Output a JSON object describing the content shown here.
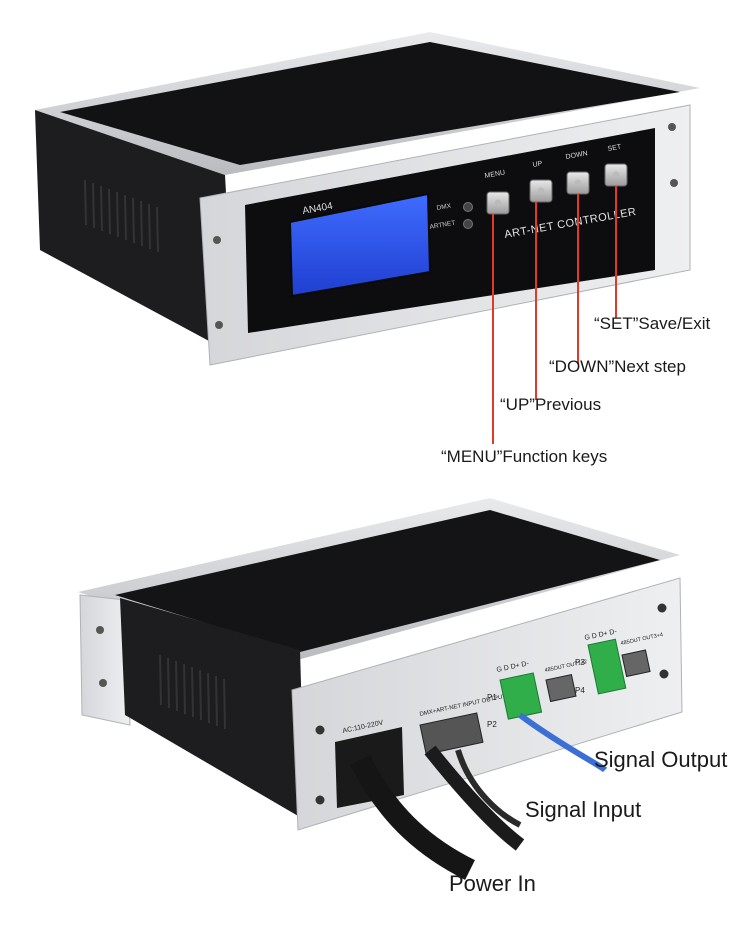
{
  "front_unit": {
    "model_label": "AN404",
    "indicator_labels": [
      "DMX",
      "ARTNET"
    ],
    "button_labels": [
      "MENU",
      "UP",
      "DOWN",
      "SET"
    ],
    "panel_title": "ART-NET CONTROLLER",
    "lcd_color": "#2f57e8"
  },
  "front_callouts": {
    "set": "“SET”Save/Exit",
    "down": "“DOWN”Next step",
    "up": "“UP”Previous",
    "menu": "“MENU”Function keys"
  },
  "rear_unit": {
    "power_label": "AC:110-220V",
    "dmx_port_label": "DMX+ART-NET INPUT OUTPUT",
    "terminal_pins": "G D D+ D-",
    "port_p1": "P1",
    "port_p2": "P2",
    "port_p3": "P3",
    "port_p4": "P4",
    "out_12": "485OUT OUT1+2",
    "out_34": "485OUT OUT3+4"
  },
  "rear_callouts": {
    "signal_output": "Signal Output",
    "signal_input": "Signal Input",
    "power_in": "Power In"
  },
  "colors": {
    "body": "#1b1b1d",
    "faceplate": "#dcdde0",
    "leader_line": "#e23a2a",
    "terminal_green": "#2fae4a"
  }
}
